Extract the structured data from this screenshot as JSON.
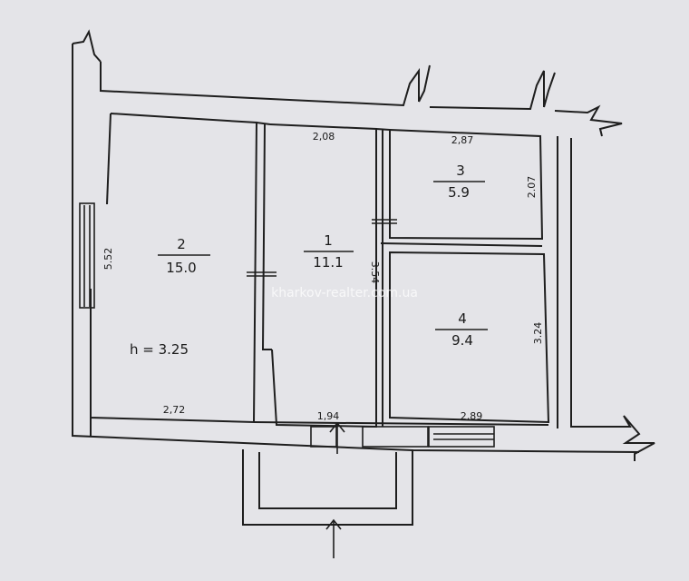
{
  "rooms": [
    {
      "number": "2",
      "area": "15.0",
      "height_note": "h  =  3.25"
    },
    {
      "number": "1",
      "area": "11.1"
    },
    {
      "number": "3",
      "area": "5.9"
    },
    {
      "number": "4",
      "area": "9.4"
    }
  ],
  "dimensions": {
    "room2_width": "2,72",
    "room2_length": "5.52",
    "room1_top": "2,08",
    "room1_bottom": "1,94",
    "room1_length": "3.54",
    "room3_width": "2,87",
    "room3_length": "2.07",
    "room4_width": "2,89",
    "room4_length": "3.24"
  },
  "watermark": "kharkov-realter.com.ua"
}
